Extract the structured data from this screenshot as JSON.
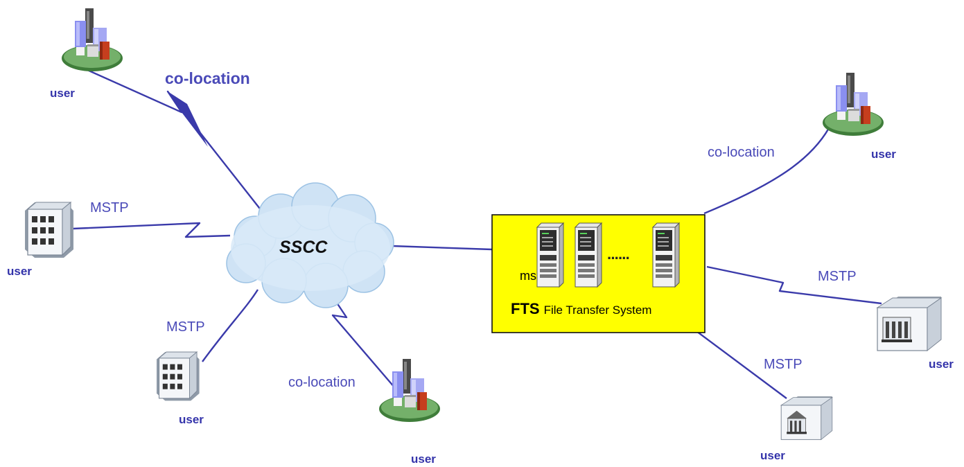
{
  "cloud": {
    "label": "SSCC"
  },
  "fts": {
    "acronym": "FTS",
    "name": "File Transfer System",
    "server_label": "ms",
    "dots": "······"
  },
  "labels": {
    "user_top_left": "user",
    "user_left": "user",
    "user_bottom_left": "user",
    "user_bottom_center": "user",
    "user_top_right": "user",
    "user_right": "user",
    "user_bottom_right": "user",
    "link_top_left": "co-location",
    "link_left": "MSTP",
    "link_bottom_left": "MSTP",
    "link_bottom_center": "co-location",
    "link_top_right": "co-location",
    "link_right": "MSTP",
    "link_bottom_right": "MSTP"
  },
  "colors": {
    "link": "#3a3aaa",
    "fts_box": "#ffff00",
    "cloud": "#cfe3f5"
  },
  "icons": {
    "campus": "office-campus-icon",
    "building": "office-building-icon",
    "server": "server-rack-icon",
    "cloud": "network-cloud-icon"
  }
}
